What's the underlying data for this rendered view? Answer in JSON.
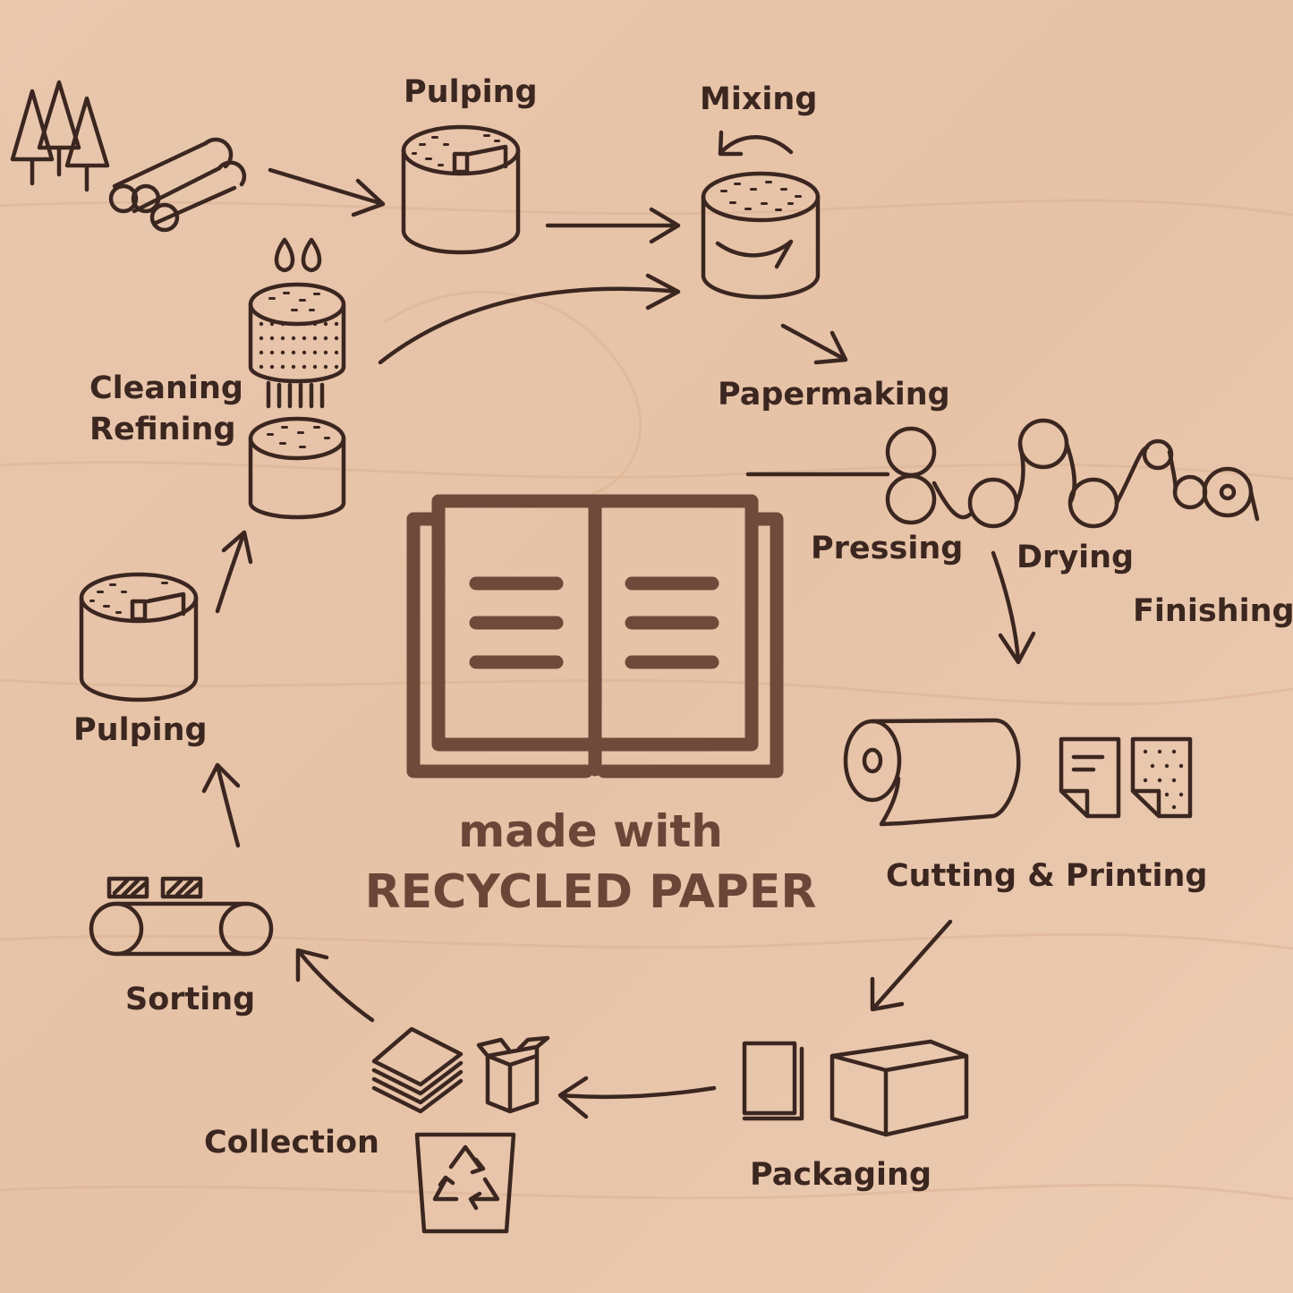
{
  "tagline": {
    "line1": "made with",
    "line2": "RECYCLED PAPER"
  },
  "labels": {
    "pulping_top": "Pulping",
    "mixing": "Mixing",
    "papermaking": "Papermaking",
    "pressing": "Pressing",
    "drying": "Drying",
    "finishing": "Finishing",
    "cutting_printing": "Cutting & Printing",
    "packaging": "Packaging",
    "collection": "Collection",
    "sorting": "Sorting",
    "pulping_left": "Pulping",
    "cleaning": "Cleaning",
    "refining": "Refining"
  },
  "colors": {
    "ink": "#3b2620",
    "book": "#6e4a3b",
    "wood": "#e8c5aa"
  },
  "icons": [
    "trees-icon",
    "logs-icon",
    "pulp-vat-icon",
    "mixing-vat-icon",
    "cleaning-vat-icon",
    "refining-vat-icon",
    "press-rollers-icon",
    "paper-roll-icon",
    "sheets-icon",
    "paper-stack-icon",
    "box-icon",
    "open-box-icon",
    "recycle-bin-icon",
    "conveyor-icon",
    "open-book-icon"
  ]
}
